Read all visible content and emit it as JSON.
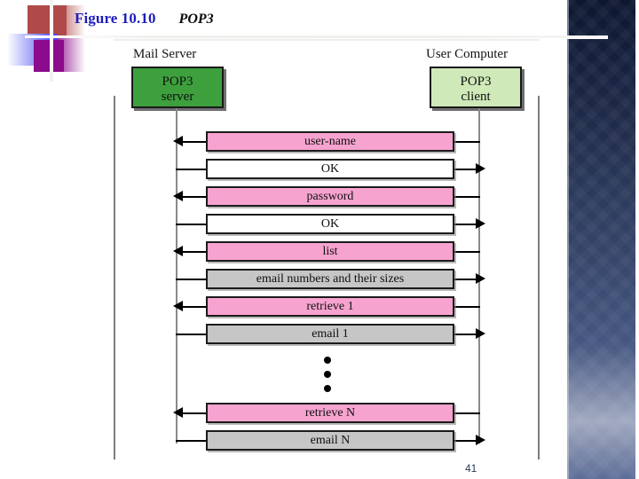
{
  "slide": {
    "page_number": "41",
    "title": {
      "figure_label": "Figure 10.10",
      "topic": "POP3",
      "label_color": "#1d1dbb",
      "topic_color": "#0a0a0a"
    },
    "sidebar": {
      "gradient_top_color": "#0d1730",
      "gradient_bottom_color": "#5d6d96",
      "accent_bar_color": "#ffffff"
    }
  },
  "diagram": {
    "type": "sequence-diagram",
    "lanes": [
      {
        "id": "server",
        "label": "Mail Server",
        "node_label_line1": "POP3",
        "node_label_line2": "server",
        "node_color": "#3da03d"
      },
      {
        "id": "client",
        "label": "User Computer",
        "node_label_line1": "POP3",
        "node_label_line2": "client",
        "node_color": "#cfe9b9"
      }
    ],
    "colors": {
      "request_box": "#f7a3cf",
      "response_plain_box": "#ffffff",
      "response_data_box": "#c6c6c6",
      "line": "#000000"
    },
    "messages": [
      {
        "text": "user-name",
        "style": "pink",
        "direction": "to-server"
      },
      {
        "text": "OK",
        "style": "white",
        "direction": "to-client"
      },
      {
        "text": "password",
        "style": "pink",
        "direction": "to-server"
      },
      {
        "text": "OK",
        "style": "white",
        "direction": "to-client"
      },
      {
        "text": "list",
        "style": "pink",
        "direction": "to-server"
      },
      {
        "text": "email numbers and their sizes",
        "style": "grey",
        "direction": "to-client"
      },
      {
        "text": "retrieve 1",
        "style": "pink",
        "direction": "to-server"
      },
      {
        "text": "email 1",
        "style": "grey",
        "direction": "to-client"
      },
      {
        "text": "retrieve N",
        "style": "pink",
        "direction": "to-server"
      },
      {
        "text": "email N",
        "style": "grey",
        "direction": "to-client"
      }
    ],
    "ellipsis_after_message_index": 7,
    "ellipsis_dots": 3
  }
}
